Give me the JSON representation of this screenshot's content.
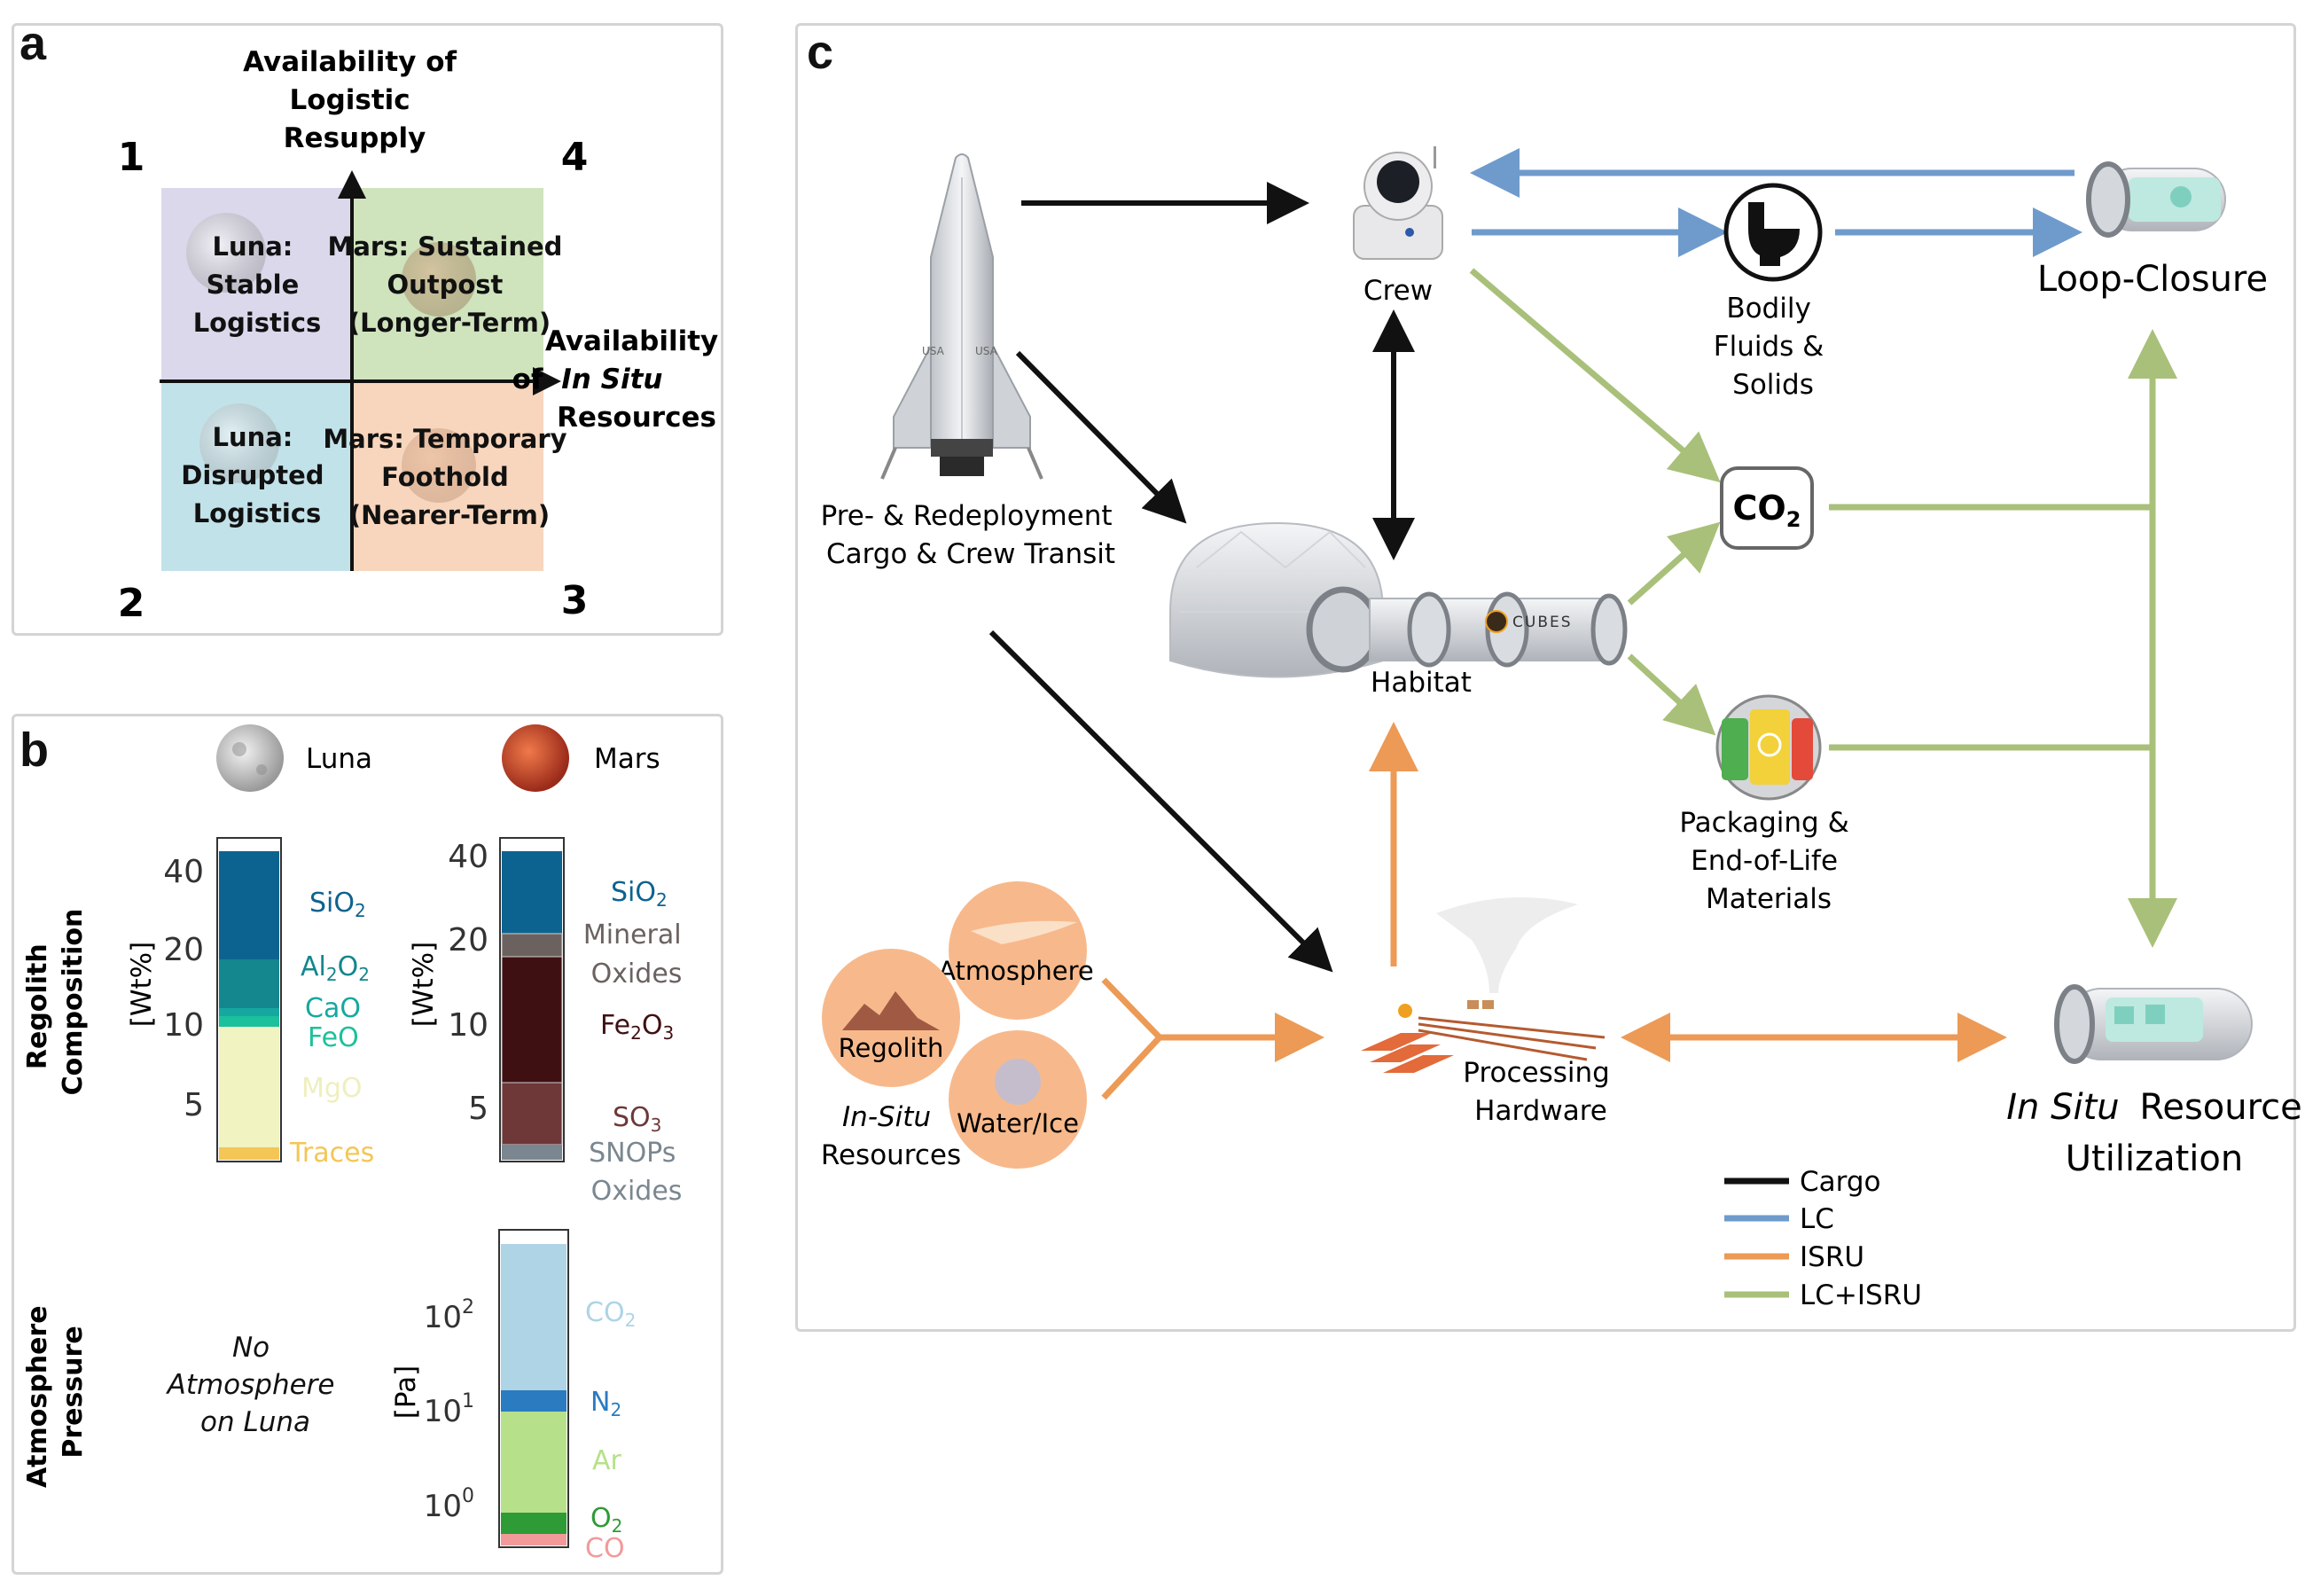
{
  "panels": {
    "a": "a",
    "b": "b",
    "c": "c"
  },
  "panel_a": {
    "yaxis_title": [
      "Availability of",
      "Logistic",
      "Resupply"
    ],
    "xaxis_title": [
      "Availability",
      "of",
      "In Situ",
      "Resources"
    ],
    "quadrant_numbers": {
      "q1": "1",
      "q2": "2",
      "q3": "3",
      "q4": "4"
    },
    "quadrants": {
      "top_left": [
        "Luna:",
        "Stable",
        "Logistics"
      ],
      "top_right": [
        "Mars: Sustained",
        "Outpost",
        "(Longer-Term)"
      ],
      "bottom_left": [
        "Luna:",
        "Disrupted",
        "Logistics"
      ],
      "bottom_right": [
        "Mars: Temporary",
        "Foothold",
        "(Nearer-Term)"
      ]
    },
    "colors": {
      "top_left": "#dcd8ec",
      "top_right": "#cfe3bd",
      "bottom_left": "#c2e2ea",
      "bottom_right": "#f8d6bd"
    }
  },
  "panel_b": {
    "luna_label": "Luna",
    "mars_label": "Mars",
    "regolith_title": [
      "Regolith",
      "Composition"
    ],
    "atmosphere_title": [
      "Atmosphere",
      "Pressure"
    ],
    "wt_unit": "[Wt%]",
    "pa_unit": "[Pa]",
    "wt_ticks": [
      "40",
      "20",
      "10",
      "5"
    ],
    "pa_ticks": [
      "10",
      "10",
      "10"
    ],
    "pa_exponents": [
      "2",
      "1",
      "0"
    ],
    "no_atmosphere": [
      "No",
      "Atmosphere",
      "on Luna"
    ],
    "luna_regolith": [
      {
        "label": "SiO",
        "sub": "2",
        "color": "#0d6390"
      },
      {
        "label": "Al",
        "sub": "2",
        "label2": "O",
        "sub2": "2",
        "color": "#14868e"
      },
      {
        "label": "CaO",
        "color": "#16a8a0"
      },
      {
        "label": "FeO",
        "color": "#1bc19c"
      },
      {
        "label": "MgO",
        "color": "#f1f3c1"
      },
      {
        "label": "Traces",
        "color": "#f4c656"
      }
    ],
    "mars_regolith": [
      {
        "label": "SiO",
        "sub": "2",
        "color": "#0d6390"
      },
      {
        "label": "Mineral",
        "label2": "Oxides",
        "color": "#6b6260"
      },
      {
        "label": "Fe",
        "sub": "2",
        "label2": "O",
        "sub2": "3",
        "color": "#3f1012"
      },
      {
        "label": "SO",
        "sub": "3",
        "color": "#6e3838"
      },
      {
        "label": "SNOPs",
        "label2": "Oxides",
        "color": "#7b8790"
      }
    ],
    "mars_atmosphere": [
      {
        "label": "CO",
        "sub": "2",
        "color": "#aed4e6"
      },
      {
        "label": "N",
        "sub": "2",
        "color": "#2a7bc0"
      },
      {
        "label": "Ar",
        "color": "#b7e08a"
      },
      {
        "label": "O",
        "sub": "2",
        "color": "#2e9b36"
      },
      {
        "label": "CO",
        "color": "#f29a9a"
      }
    ]
  },
  "panel_c": {
    "nodes": {
      "transit": [
        "Pre- & Redeployment",
        "Cargo & Crew Transit"
      ],
      "crew": "Crew",
      "bodily": [
        "Bodily",
        "Fluids &",
        "Solids"
      ],
      "loop_closure": "Loop-Closure",
      "co2": "CO",
      "co2_sub": "2",
      "habitat": "Habitat",
      "cubes": "CUBES",
      "packaging": [
        "Packaging &",
        "End-of-Life",
        "Materials"
      ],
      "atmosphere": "Atmosphere",
      "regolith": "Regolith",
      "water": "Water/Ice",
      "in_situ": [
        "In-Situ",
        "Resources"
      ],
      "processing": [
        "Processing",
        "Hardware"
      ],
      "isru": [
        "In Situ",
        "Resource",
        "Utilization"
      ],
      "usa": "USA"
    },
    "legend": [
      {
        "label": "Cargo",
        "color": "#111111"
      },
      {
        "label": "LC",
        "color": "#6e9bcc"
      },
      {
        "label": "ISRU",
        "color": "#ec9a55"
      },
      {
        "label": "LC+ISRU",
        "color": "#a9c07a"
      }
    ]
  }
}
